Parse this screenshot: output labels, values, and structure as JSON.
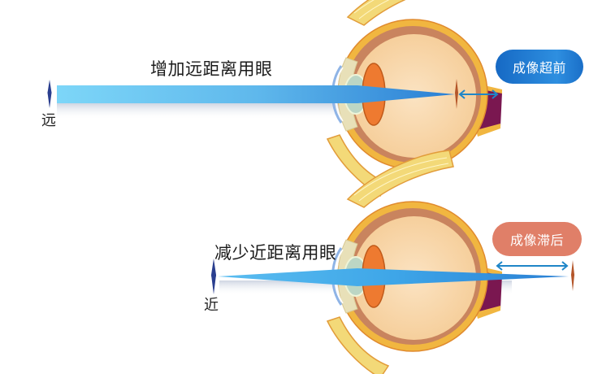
{
  "panels": [
    {
      "title": "增加远距离用眼",
      "distance_label": "远",
      "badge_label": "成像超前",
      "badge_color": "#1f7fd6",
      "meaning": "image focuses in front of retina"
    },
    {
      "title": "减少近距离用眼",
      "distance_label": "近",
      "badge_label": "成像滞后",
      "badge_color": "#e07f68",
      "meaning": "image focuses behind retina"
    }
  ],
  "colors": {
    "beam_light": "#7dd6f8",
    "beam_dark": "#2a86d8",
    "source_marker": "#2b3f8f",
    "focus_marker": "#b4562a",
    "arrow": "#1f86c8",
    "lens": "#ee7a30",
    "eye_fill": "#f8d9ae",
    "sclera_outer": "#f1b640",
    "choroid": "#c9845e",
    "optic_nerve": "#7a1750"
  }
}
